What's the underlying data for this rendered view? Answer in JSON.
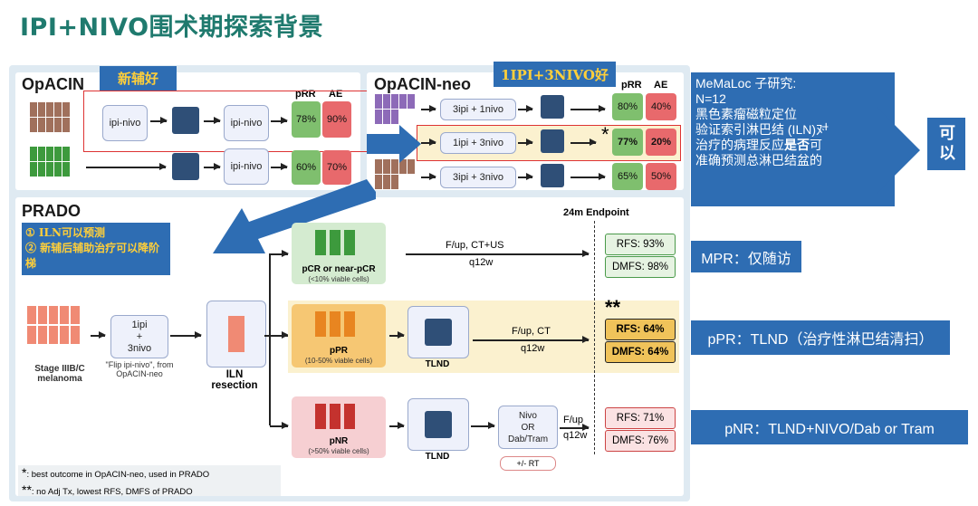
{
  "title": "IPI+NIVO围术期探索背景",
  "opacin": {
    "label": "OpACIN",
    "tag": "新辅好",
    "arm1": {
      "box1": "ipi-nivo",
      "box2": "ipi-nivo",
      "pRR": "78%",
      "AE": "90%"
    },
    "arm2": {
      "box": "ipi-nivo",
      "pRR": "60%",
      "AE": "70%"
    },
    "col_pRR": "pRR",
    "col_AE": "AE"
  },
  "opacin_neo": {
    "label": "OpACIN-neo",
    "tag": "1IPI+3NIVO好",
    "col_pRR": "pRR",
    "col_AE": "AE",
    "arms": [
      {
        "regimen": "3ipi + 1nivo",
        "pRR": "80%",
        "AE": "40%"
      },
      {
        "regimen": "1ipi + 3nivo",
        "pRR": "77%",
        "AE": "20%"
      },
      {
        "regimen": "3ipi + 3nivo",
        "pRR": "65%",
        "AE": "50%"
      }
    ],
    "star": "*"
  },
  "prado": {
    "label": "PRADO",
    "notes": [
      "①  ILN可以预测",
      "②  新辅后辅助治疗可以降阶梯"
    ],
    "endpoint_header": "24m Endpoint",
    "stage": "Stage IIIB/C melanoma",
    "regimen": [
      "1ipi",
      "+",
      "3nivo"
    ],
    "flip": "\"Flip ipi-nivo\", from OpACIN-neo",
    "iln": "ILN resection",
    "groups": [
      {
        "name": "pCR or near-pCR",
        "sub": "(<10% viable cells)",
        "followup": "F/up, CT+US",
        "freq": "q12w",
        "rfs": "RFS: 93%",
        "dmfs": "DMFS: 98%"
      },
      {
        "name": "pPR",
        "sub": "(10-50% viable cells)",
        "followup": "F/up, CT",
        "freq": "q12w",
        "rfs": "RFS: 64%",
        "dmfs": "DMFS: 64%"
      },
      {
        "name": "pNR",
        "sub": "(>50% viable cells)",
        "followup": "F/up",
        "freq": "q12w",
        "rfs": "RFS: 71%",
        "dmfs": "DMFS: 76%"
      }
    ],
    "tlnd": "TLND",
    "nivo_box": [
      "Nivo",
      "OR",
      "Dab/Tram"
    ],
    "rt": "+/- RT",
    "stars2": "**",
    "footnote1_sym": "*",
    "footnote1": ": best outcome in OpACIN-neo, used in PRADO",
    "footnote2_sym": "**",
    "footnote2": ": no Adj Tx, lowest RFS, DMFS of PRADO"
  },
  "side": {
    "memaloc": "MeMaLoc 子研究:\nN=12\n黑色素瘤磁粒定位\n验证索引淋巴结 (ILN)对\n治疗的病理反应是否可以\n准确预测总淋巴结盆的反应?",
    "memaloc_lines": [
      "MeMaLoc 子研究:",
      "N=12",
      "黑色素瘤磁粒定位",
      "验证索引淋巴结 (ILN)对",
      "治疗的病理反应",
      "是否",
      "可以",
      "准确预测总淋巴结盆的反应?"
    ],
    "keyi": "可以",
    "mpr": "MPR：仅随访",
    "ppr": "pPR：TLND（治疗性淋巴结清扫）",
    "pnr": "pNR：TLND+NIVO/Dab or Tram"
  },
  "colors": {
    "accent": "#2e6db3",
    "title": "#1f7a6e",
    "green": "#7fbf6e",
    "red": "#e8696c",
    "gold": "#f0c35a"
  }
}
